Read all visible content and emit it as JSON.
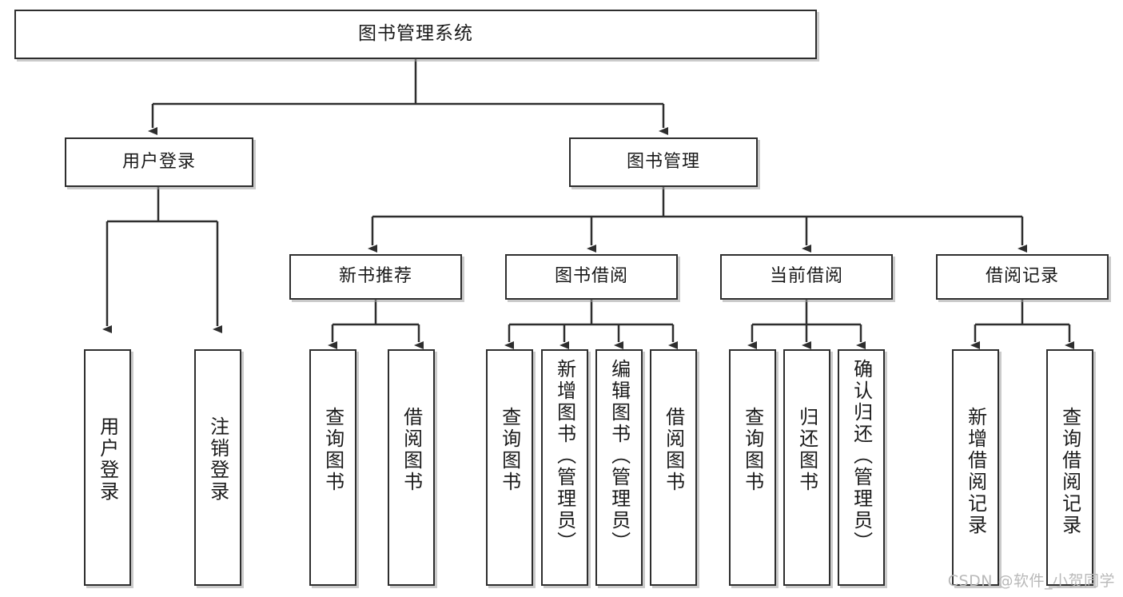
{
  "diagram": {
    "title": "图书管理系统",
    "type": "tree",
    "levels": 4,
    "root": {
      "label": "图书管理系统"
    },
    "level2": [
      {
        "label": "用户登录"
      },
      {
        "label": "图书管理"
      }
    ],
    "level3": [
      {
        "label": "新书推荐"
      },
      {
        "label": "图书借阅"
      },
      {
        "label": "当前借阅"
      },
      {
        "label": "借阅记录"
      }
    ],
    "leaves": {
      "user_login": [
        {
          "label": "用户登录"
        },
        {
          "label": "注销登录"
        }
      ],
      "new_book": [
        {
          "label": "查询图书"
        },
        {
          "label": "借阅图书"
        }
      ],
      "book_borrow": [
        {
          "label": "查询图书"
        },
        {
          "label": "新增图书（管理员）"
        },
        {
          "label": "编辑图书（管理员）"
        },
        {
          "label": "借阅图书"
        }
      ],
      "current_borrow": [
        {
          "label": "查询图书"
        },
        {
          "label": "归还图书"
        },
        {
          "label": "确认归还（管理员）"
        }
      ],
      "borrow_record": [
        {
          "label": "新增借阅记录"
        },
        {
          "label": "查询借阅记录"
        }
      ]
    }
  },
  "watermark": {
    "text": "CSDN @软件_小贺同学"
  },
  "colors": {
    "border": "#2e2e2e",
    "background": "#ffffff",
    "text": "#1a1a1a",
    "edge": "#2e2e2e",
    "watermark": "#b9b9b9"
  }
}
